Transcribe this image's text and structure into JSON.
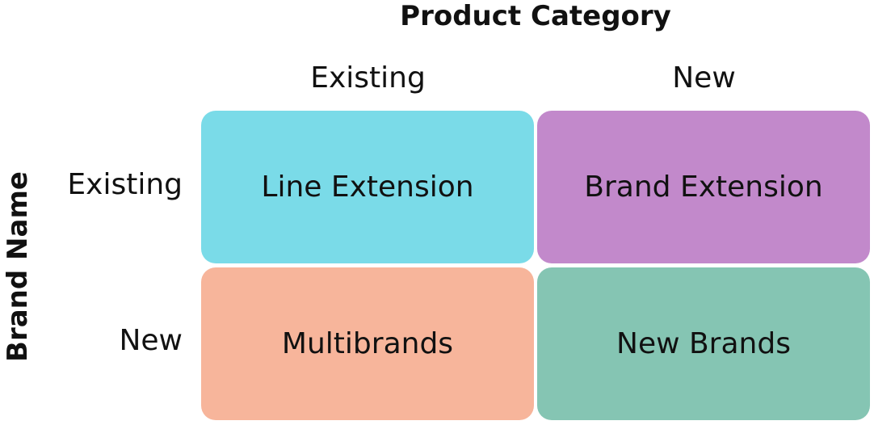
{
  "diagram": {
    "top_title": "Product Category",
    "side_title": "Brand Name",
    "columns": [
      "Existing",
      "New"
    ],
    "rows": [
      "Existing",
      "New"
    ],
    "cells": [
      {
        "label": "Line Extension",
        "color": "#7adbe8"
      },
      {
        "label": "Brand Extension",
        "color": "#c289cb"
      },
      {
        "label": "Multibrands",
        "color": "#f7b59b"
      },
      {
        "label": "New Brands",
        "color": "#85c5b3"
      }
    ]
  }
}
